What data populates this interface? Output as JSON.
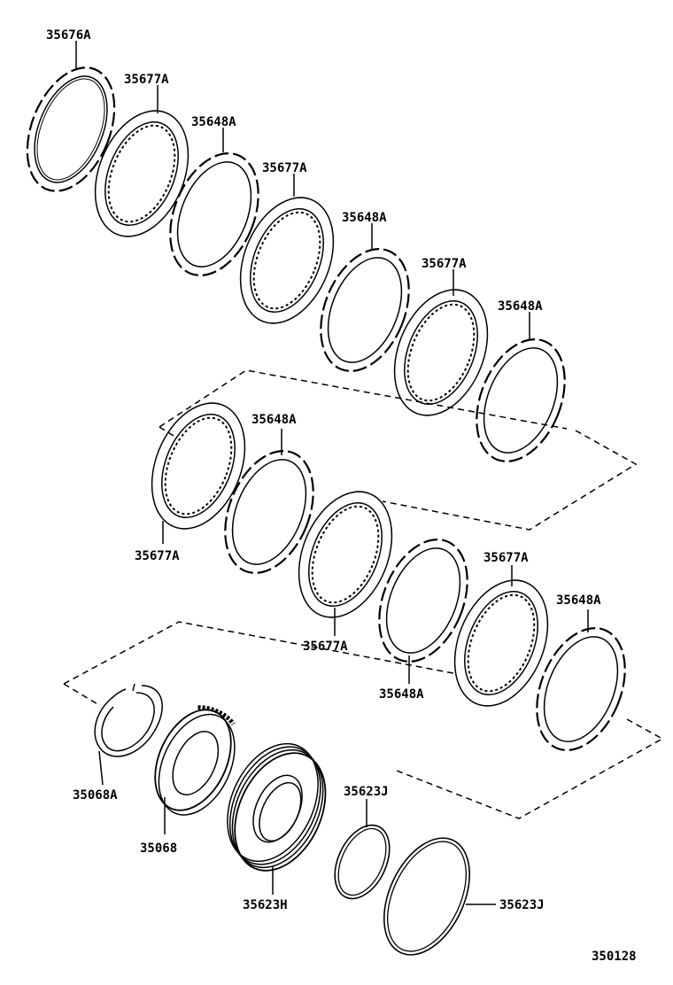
{
  "diagram_number": "350128",
  "parts": {
    "p01": "35676A",
    "p02": "35677A",
    "p03": "35648A",
    "p04": "35677A",
    "p05": "35648A",
    "p06": "35677A",
    "p07": "35648A",
    "p08": "35648A",
    "p09": "35677A",
    "p10": "35677A",
    "p11": "35677A",
    "p12": "35648A",
    "p13": "35648A",
    "p14": "35068A",
    "p15": "35068",
    "p16": "35623H",
    "p17": "35623J",
    "p18": "35623J"
  }
}
